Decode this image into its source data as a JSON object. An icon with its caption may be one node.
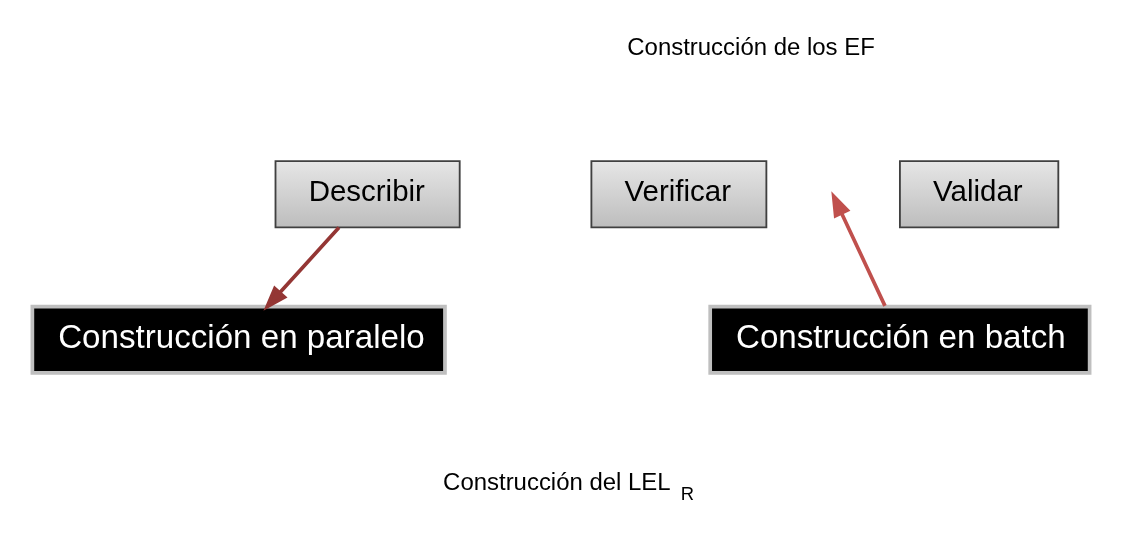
{
  "diagram": {
    "nodes": [
      {
        "text": [
          "Describir"
        ]
      },
      {
        "text": [
          "Verificar"
        ]
      },
      {
        "text": [
          "Validar"
        ]
      },
      {
        "text": [
          "Construcción en paralelo"
        ]
      },
      {
        "text": [
          "Construcción en batch"
        ]
      }
    ],
    "edges": [
      {
        "from": 0,
        "to": 3,
        "arrow": "to",
        "color": "#943634"
      },
      {
        "from": 4,
        "to": null,
        "arrow": "to",
        "color": "#c0504d"
      }
    ],
    "labels": [
      "Construcción de los EF",
      "Construcción del LEL$_{R}$"
    ]
  }
}
